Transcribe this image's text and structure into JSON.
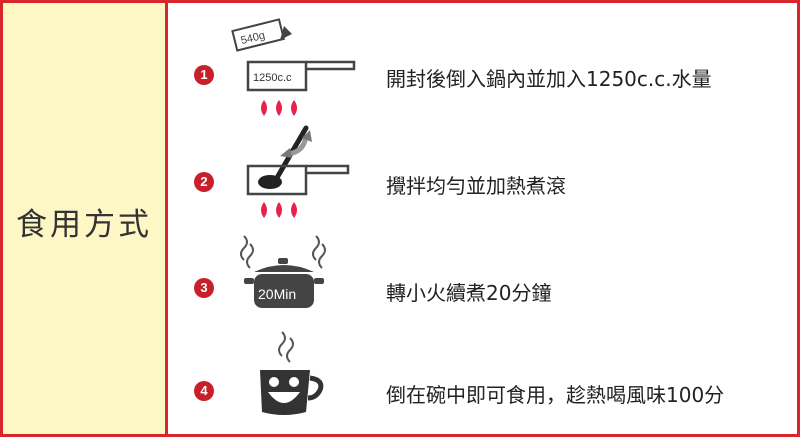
{
  "sidebar": {
    "title": "食用方式"
  },
  "steps": [
    {
      "number": "1",
      "text": "開封後倒入鍋內並加入1250c.c.水量",
      "pot_label": "1250c.c",
      "bag_label": "540g"
    },
    {
      "number": "2",
      "text": "攪拌均勻並加熱煮滾"
    },
    {
      "number": "3",
      "text": "轉小火續煮20分鐘",
      "pot_label": "20Min"
    },
    {
      "number": "4",
      "text": "倒在碗中即可食用，趁熱喝風味100分"
    }
  ],
  "colors": {
    "border": "#d9262b",
    "sidebar_bg": "#fdf7c5",
    "badge": "#c8202a",
    "flame": "#e8204a",
    "icon": "#444444"
  }
}
